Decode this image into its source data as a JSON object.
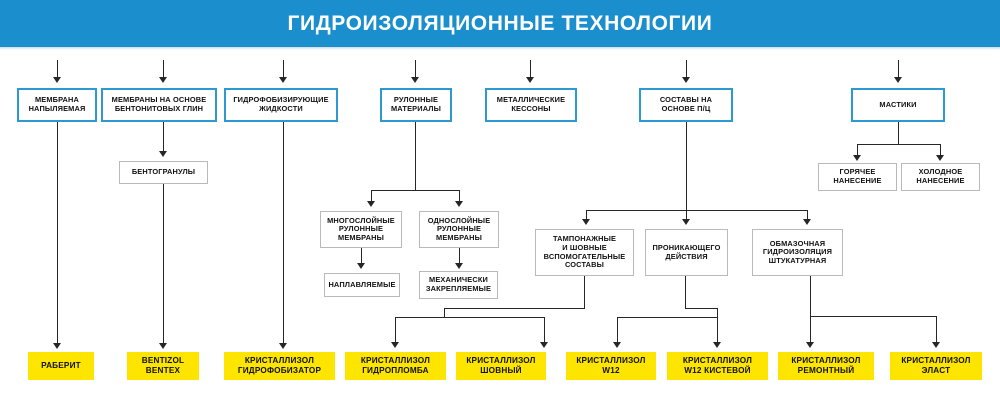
{
  "header": {
    "title": "ГИДРОИЗОЛЯЦИОННЫЕ ТЕХНОЛОГИИ",
    "background_color": "#1b8ecd",
    "text_color": "#ffffff"
  },
  "colors": {
    "primary_box_border": "#2e99d0",
    "secondary_box_border": "#b9b9b9",
    "product_box_fill": "#fde500",
    "connector": "#262626"
  },
  "level1": [
    {
      "id": "l1-0",
      "label_line1": "МЕМБРАНА",
      "label_line2": "НАПЫЛЯЕМАЯ"
    },
    {
      "id": "l1-1",
      "label_line1": "МЕМБРАНЫ НА ОСНОВЕ",
      "label_line2": "БЕНТОНИТОВЫХ ГЛИН"
    },
    {
      "id": "l1-2",
      "label_line1": "ГИДРОФОБИЗИРУЮЩИЕ",
      "label_line2": "ЖИДКОСТИ"
    },
    {
      "id": "l1-3",
      "label_line1": "РУЛОННЫЕ",
      "label_line2": "МАТЕРИАЛЫ"
    },
    {
      "id": "l1-4",
      "label_line1": "МЕТАЛЛИЧЕСКИЕ",
      "label_line2": "КЕССОНЫ"
    },
    {
      "id": "l1-5",
      "label_line1": "СОСТАВЫ НА",
      "label_line2": "ОСНОВЕ П/Ц"
    },
    {
      "id": "l1-6",
      "label_line1": "МАСТИКИ",
      "label_line2": ""
    }
  ],
  "level2": [
    {
      "id": "l2-bentogranuly",
      "label_line1": "БЕНТОГРАНУЛЫ",
      "label_line2": "",
      "label_line3": ""
    },
    {
      "id": "l2-multilayer",
      "label_line1": "МНОГОСЛОЙНЫЕ",
      "label_line2": "РУЛОННЫЕ",
      "label_line3": "МЕМБРАНЫ"
    },
    {
      "id": "l2-singlelayer",
      "label_line1": "ОДНОСЛОЙНЫЕ",
      "label_line2": "РУЛОННЫЕ",
      "label_line3": "МЕМБРАНЫ"
    },
    {
      "id": "l2-hot",
      "label_line1": "ГОРЯЧЕЕ",
      "label_line2": "НАНЕСЕНИЕ",
      "label_line3": ""
    },
    {
      "id": "l2-cold",
      "label_line1": "ХОЛОДНОЕ",
      "label_line2": "НАНЕСЕНИЕ",
      "label_line3": ""
    }
  ],
  "level3": [
    {
      "id": "l3-naplav",
      "label_line1": "НАПЛАВЛЯЕМЫЕ",
      "label_line2": "",
      "label_line3": "",
      "label_line4": ""
    },
    {
      "id": "l3-mech",
      "label_line1": "МЕХАНИЧЕСКИ",
      "label_line2": "ЗАКРЕПЛЯЕМЫЕ",
      "label_line3": "",
      "label_line4": ""
    },
    {
      "id": "l3-tampon",
      "label_line1": "ТАМПОНАЖНЫЕ",
      "label_line2": "И ШОВНЫЕ",
      "label_line3": "ВСПОМОГАТЕЛЬНЫЕ",
      "label_line4": "СОСТАВЫ"
    },
    {
      "id": "l3-pronik",
      "label_line1": "ПРОНИКАЮЩЕГО",
      "label_line2": "ДЕЙСТВИЯ",
      "label_line3": "",
      "label_line4": ""
    },
    {
      "id": "l3-obmaz",
      "label_line1": "ОБМАЗОЧНАЯ",
      "label_line2": "ГИДРОИЗОЛЯЦИЯ",
      "label_line3": "ШТУКАТУРНАЯ",
      "label_line4": ""
    }
  ],
  "products": [
    {
      "id": "p-0",
      "label_line1": "РАБЕРИТ",
      "label_line2": ""
    },
    {
      "id": "p-1",
      "label_line1": "BENTIZOL",
      "label_line2": "BENTEX"
    },
    {
      "id": "p-2",
      "label_line1": "КРИСТАЛЛИЗОЛ",
      "label_line2": "ГИДРОФОБИЗАТОР"
    },
    {
      "id": "p-3",
      "label_line1": "КРИСТАЛЛИЗОЛ",
      "label_line2": "ГИДРОПЛОМБА"
    },
    {
      "id": "p-4",
      "label_line1": "КРИСТАЛЛИЗОЛ",
      "label_line2": "ШОВНЫЙ"
    },
    {
      "id": "p-5",
      "label_line1": "КРИСТАЛЛИЗОЛ",
      "label_line2": "W12"
    },
    {
      "id": "p-6",
      "label_line1": "КРИСТАЛЛИЗОЛ",
      "label_line2": "W12 КИСТЕВОЙ"
    },
    {
      "id": "p-7",
      "label_line1": "КРИСТАЛЛИЗОЛ",
      "label_line2": "РЕМОНТНЫЙ"
    },
    {
      "id": "p-8",
      "label_line1": "КРИСТАЛЛИЗОЛ",
      "label_line2": "ЭЛАСТ"
    }
  ]
}
